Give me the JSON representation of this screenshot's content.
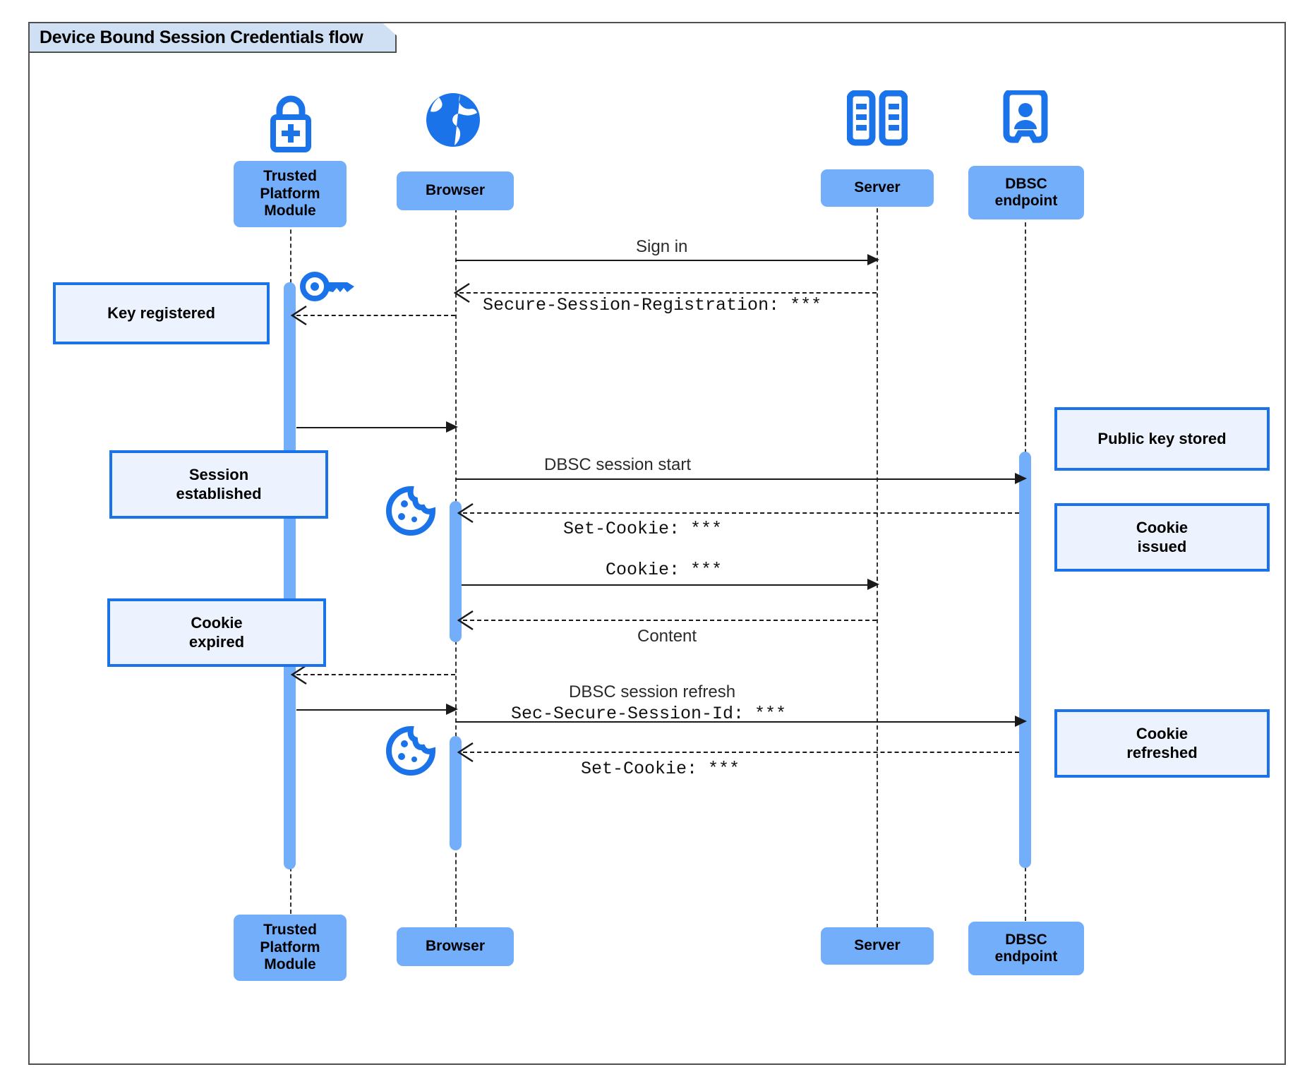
{
  "diagram": {
    "type": "uml-sequence",
    "title": "Device Bound Session Credentials flow",
    "colors": {
      "participant_fill": "#73AEFB",
      "activation_fill": "#73AEFB",
      "note_fill": "#ECF3FE",
      "note_border": "#1A73E8",
      "icon_blue": "#1A73E8",
      "frame_border": "#4F4F4F",
      "title_tab_fill": "#CFE0F5",
      "line": "#1A1A1A"
    },
    "participants": [
      {
        "id": "tpm",
        "label": "Trusted\nPlatform\nModule",
        "label_line1": "Trusted",
        "label_line2": "Platform",
        "label_line3": "Module",
        "icon": "lock-plus-icon"
      },
      {
        "id": "browser",
        "label": "Browser",
        "icon": "globe-icon"
      },
      {
        "id": "server",
        "label": "Server",
        "icon": "server-racks-icon"
      },
      {
        "id": "dbsc",
        "label": "DBSC\nendpoint",
        "label_line1": "DBSC",
        "label_line2": "endpoint",
        "icon": "id-badge-icon"
      }
    ],
    "messages": [
      {
        "index": 1,
        "from": "browser",
        "to": "server",
        "label": "Sign in",
        "style": "solid",
        "arrow": "filled",
        "label_font": "sans"
      },
      {
        "index": 2,
        "from": "server",
        "to": "browser",
        "label": "Secure-Session-Registration: ***",
        "style": "dashed",
        "arrow": "open",
        "label_font": "mono"
      },
      {
        "index": 3,
        "from": "browser",
        "to": "tpm",
        "label": "",
        "style": "dashed",
        "arrow": "open",
        "label_font": "mono"
      },
      {
        "index": 4,
        "from": "tpm",
        "to": "browser",
        "label": "",
        "style": "solid",
        "arrow": "filled",
        "label_font": "sans"
      },
      {
        "index": 5,
        "from": "browser",
        "to": "dbsc",
        "label": "DBSC session start",
        "style": "solid",
        "arrow": "filled",
        "label_font": "sans"
      },
      {
        "index": 6,
        "from": "dbsc",
        "to": "browser",
        "label": "Set-Cookie: ***",
        "style": "dashed",
        "arrow": "open",
        "label_font": "mono"
      },
      {
        "index": 7,
        "from": "browser",
        "to": "server",
        "label": "Cookie: ***",
        "style": "solid",
        "arrow": "filled",
        "label_font": "mono"
      },
      {
        "index": 8,
        "from": "server",
        "to": "browser",
        "label": "Content",
        "style": "dashed",
        "arrow": "open",
        "label_font": "sans"
      },
      {
        "index": 9,
        "from": "browser",
        "to": "tpm",
        "label": "",
        "style": "dashed",
        "arrow": "open",
        "label_font": "sans"
      },
      {
        "index": 10,
        "from": "tpm",
        "to": "browser",
        "label": "",
        "style": "solid",
        "arrow": "filled",
        "label_font": "sans"
      },
      {
        "index": 11,
        "from": "browser",
        "to": "dbsc",
        "label": "DBSC session refresh",
        "label2": "Sec-Secure-Session-Id: ***",
        "style": "solid",
        "arrow": "filled",
        "label_font": "sans+mono"
      },
      {
        "index": 12,
        "from": "dbsc",
        "to": "browser",
        "label": "Set-Cookie: ***",
        "style": "dashed",
        "arrow": "open",
        "label_font": "mono"
      }
    ],
    "notes": [
      {
        "id": "note-key-registered",
        "text": "Key registered",
        "lines": [
          "Key registered"
        ],
        "attached_to": "tpm",
        "side": "left"
      },
      {
        "id": "note-session-established",
        "text": "Session established",
        "lines": [
          "Session",
          "established"
        ],
        "attached_to": "tpm",
        "side": "left"
      },
      {
        "id": "note-cookie-expired",
        "text": "Cookie expired",
        "lines": [
          "Cookie",
          "expired"
        ],
        "attached_to": "tpm",
        "side": "left"
      },
      {
        "id": "note-public-key-stored",
        "text": "Public key stored",
        "lines": [
          "Public key stored"
        ],
        "attached_to": "dbsc",
        "side": "right"
      },
      {
        "id": "note-cookie-issued",
        "text": "Cookie issued",
        "lines": [
          "Cookie",
          "issued"
        ],
        "attached_to": "dbsc",
        "side": "right"
      },
      {
        "id": "note-cookie-refreshed",
        "text": "Cookie refreshed",
        "lines": [
          "Cookie",
          "refreshed"
        ],
        "attached_to": "dbsc",
        "side": "right"
      }
    ],
    "decorations": [
      {
        "id": "key-icon",
        "icon": "key-icon",
        "near": "tpm"
      },
      {
        "id": "cookie-icon-1",
        "icon": "cookie-icon",
        "near": "browser"
      },
      {
        "id": "cookie-icon-2",
        "icon": "cookie-icon",
        "near": "browser"
      }
    ]
  }
}
